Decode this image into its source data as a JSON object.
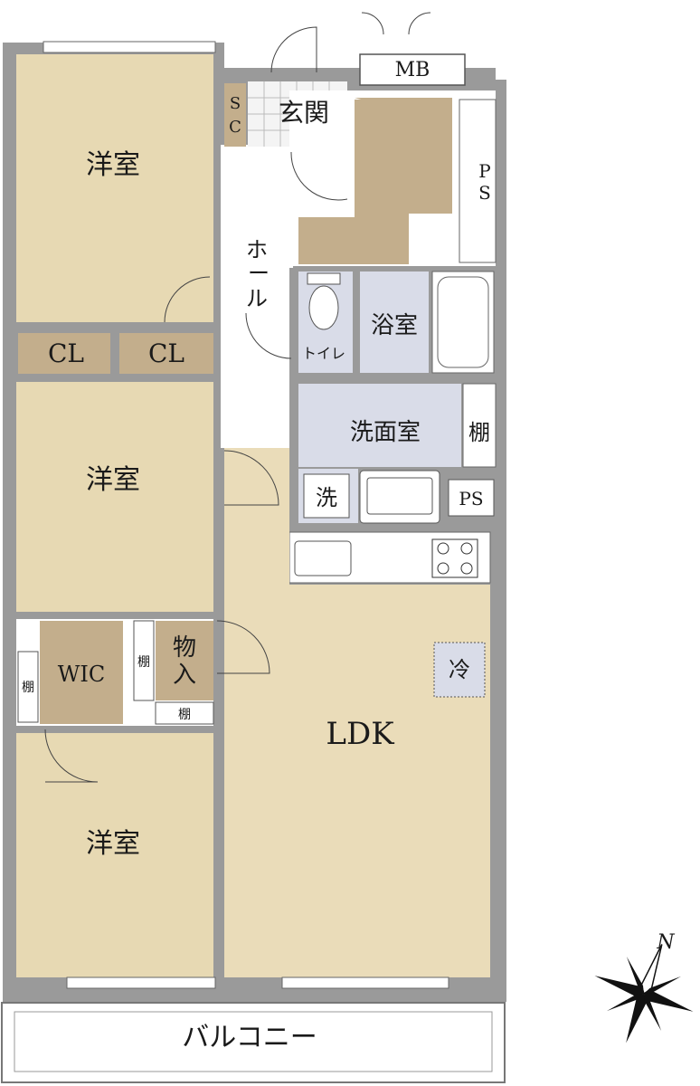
{
  "plan": {
    "rooms": {
      "western_room_top": "洋室",
      "western_room_middle": "洋室",
      "western_room_bottom": "洋室",
      "closet_left": "CL",
      "closet_right": "CL",
      "walk_in_closet": "WIC",
      "storage_line1": "物",
      "storage_line2": "入",
      "ldk": "LDK",
      "washroom": "洗面室",
      "bathroom": "浴室",
      "toilet": "トイレ",
      "entrance": "玄関",
      "hall_1": "ホ",
      "hall_2": "ー",
      "hall_3": "ル",
      "balcony": "バルコニー"
    },
    "fixtures": {
      "shoe_closet_s": "S",
      "shoe_closet_c": "C",
      "meter_box": "MB",
      "pipe_space_p": "P",
      "pipe_space_s": "S",
      "pipe_space_lower": "PS",
      "shelf_washroom": "棚",
      "shelf_wic_left": "棚",
      "shelf_storage_side": "棚",
      "shelf_storage_bottom": "棚",
      "washer": "洗",
      "fridge": "冷"
    },
    "compass": {
      "north_label": "N"
    },
    "colors": {
      "wall": "#9a9a9a",
      "western_floor": "#e7d9b3",
      "ldk_floor": "#eadcb9",
      "closet_floor": "#c3ae8c",
      "wet_area": "#d9dce8",
      "entrance_tile": "#f4f4f4"
    }
  }
}
